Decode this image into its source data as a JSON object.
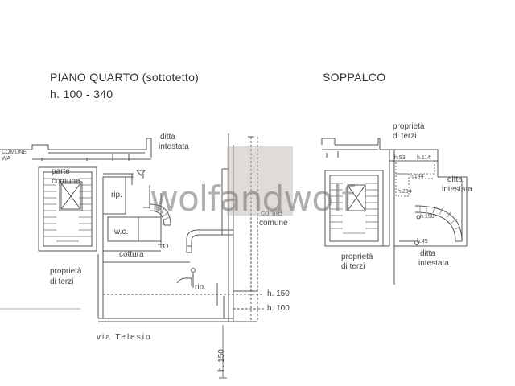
{
  "left_plan": {
    "title": "PIANO QUARTO (sottotetto)",
    "height": "h. 100 - 340",
    "labels": {
      "ditta_intestata_1": "ditta",
      "ditta_intestata_2": "intestata",
      "parte_comune_1": "parte",
      "parte_comune_2": "comune",
      "rip_1": "rip.",
      "wc": "w.c.",
      "cottura": "cottura",
      "rip_2": "rip.",
      "cortile_1": "cortile",
      "cortile_2": "comune",
      "proprieta_1": "proprietà",
      "proprieta_2": "di terzi",
      "h150": "h. 150",
      "h100": "h. 100",
      "street": "via Telesio",
      "h150_vertical": "h. 150",
      "tiny_1": "COMUNE",
      "tiny_2": "WA"
    }
  },
  "right_plan": {
    "title": "SOPPALCO",
    "labels": {
      "proprieta_top_1": "proprietà",
      "proprieta_top_2": "di terzi",
      "h53": "h.53",
      "h114": "h.114",
      "h144": "h.144",
      "h234": "h.234",
      "ditta_1": "ditta",
      "ditta_2": "intestata",
      "h150": "h.150",
      "h45": "h.45",
      "ditta_bottom_1": "ditta",
      "ditta_bottom_2": "intestata",
      "proprieta_bottom_1": "proprietà",
      "proprieta_bottom_2": "di terzi"
    }
  },
  "watermark": {
    "text": "wolfandwolf"
  }
}
